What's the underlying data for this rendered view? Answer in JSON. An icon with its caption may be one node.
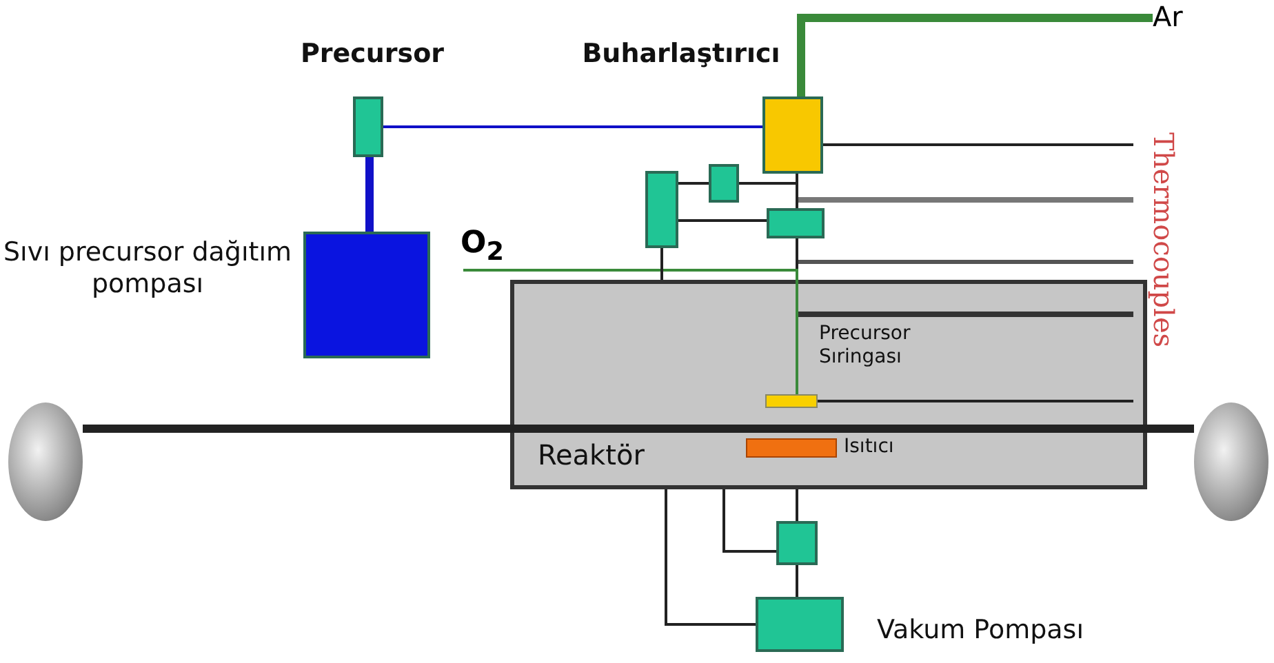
{
  "diagram": {
    "nodes": [
      {
        "text": [
          "Precursor"
        ]
      },
      {
        "text": [
          "Sıvı precursor dağıtım pompası"
        ]
      },
      {
        "text": [
          "Buharlaştırıcı"
        ]
      },
      {
        "text": [],
        "shape": "box"
      },
      {
        "text": [],
        "shape": "box"
      },
      {
        "text": [],
        "shape": "box"
      },
      {
        "text": [
          "Reaktör"
        ]
      },
      {
        "text": [
          "Precursor Sıringası"
        ],
        "in": 6
      },
      {
        "text": [
          "Isıtıcı"
        ],
        "in": 6
      },
      {
        "text": [],
        "shape": "box"
      },
      {
        "text": [
          "Vakum Pompası"
        ]
      },
      {
        "text": [],
        "shape": "cylinder"
      },
      {
        "text": [],
        "shape": "cylinder"
      },
      {
        "text": [
          "Ar"
        ]
      },
      {
        "text": [
          "O$_{2}$"
        ]
      }
    ],
    "edges": [
      {
        "from": 0,
        "to": 1,
        "arrow": "none",
        "style": "thick",
        "color": "#1010c8"
      },
      {
        "from": 0,
        "to": 2,
        "arrow": "none",
        "color": "#1010c8"
      },
      {
        "from": 13,
        "to": 2,
        "arrow": "none",
        "style": "thick",
        "color": "#3a8a3a"
      },
      {
        "from": 3,
        "to": 4,
        "arrow": "none"
      },
      {
        "from": 4,
        "to": 2,
        "arrow": "none"
      },
      {
        "from": 3,
        "to": 5,
        "arrow": "none"
      },
      {
        "from": 2,
        "to": 5,
        "arrow": "none"
      },
      {
        "from": 5,
        "to": 7,
        "arrow": "none"
      },
      {
        "from": 14,
        "to": 7,
        "arrow": "none",
        "color": "#3a8a3a"
      },
      {
        "from": 2,
        "to": null,
        "arrow": "none"
      },
      {
        "from": 7,
        "to": null,
        "arrow": "none"
      },
      {
        "from": 11,
        "to": 12,
        "arrow": "none",
        "style": "thick"
      },
      {
        "from": 6,
        "to": 9,
        "arrow": "none"
      },
      {
        "from": 6,
        "to": 9,
        "arrow": "none"
      },
      {
        "from": 9,
        "to": 10,
        "arrow": "none"
      },
      {
        "from": 6,
        "to": 10,
        "arrow": "none"
      },
      {
        "from": 3,
        "to": 6,
        "arrow": "none"
      }
    ],
    "labels": [
      "Thermocouples"
    ]
  }
}
